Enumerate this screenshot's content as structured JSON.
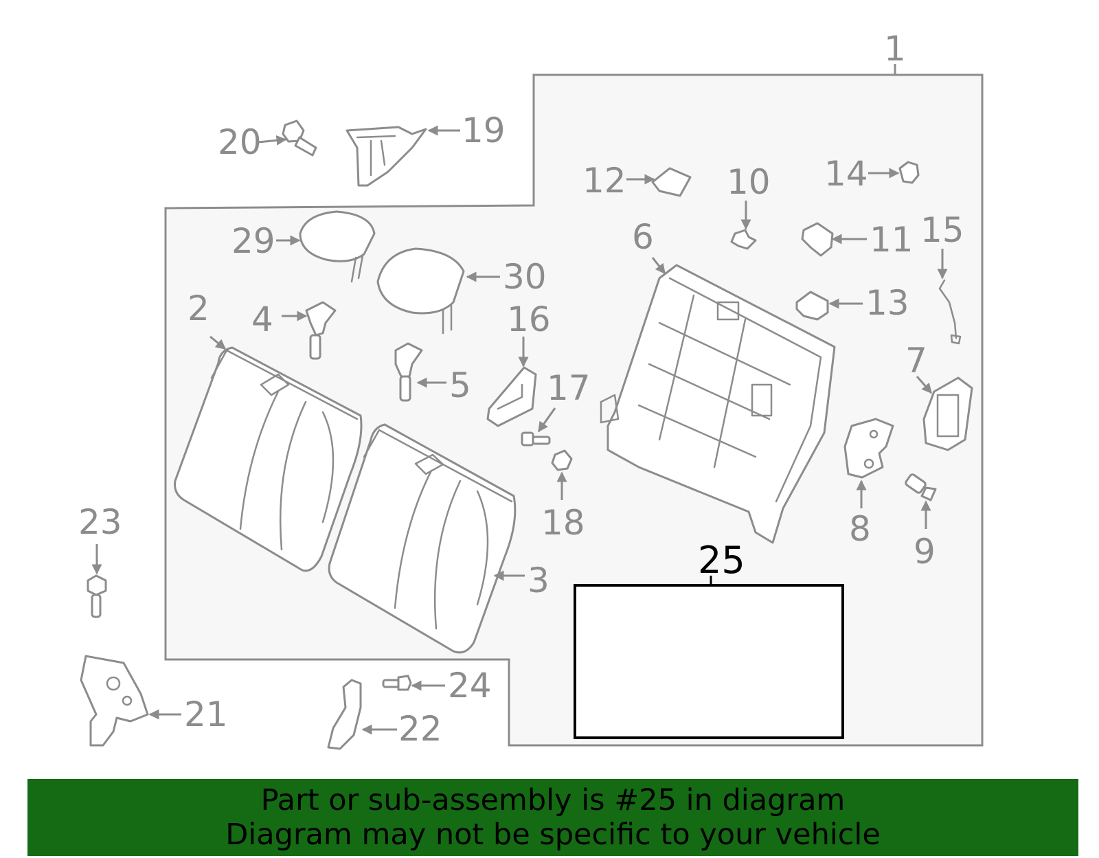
{
  "colors": {
    "line": "#8c8c8c",
    "panel": "#f7f7f7",
    "highlight": "#000000",
    "banner": "#146b14"
  },
  "callouts": [
    "1",
    "2",
    "3",
    "4",
    "5",
    "6",
    "7",
    "8",
    "9",
    "10",
    "11",
    "12",
    "13",
    "14",
    "15",
    "16",
    "17",
    "18",
    "19",
    "20",
    "21",
    "22",
    "23",
    "24",
    "25",
    "29",
    "30"
  ],
  "highlighted_part": "25",
  "banner": {
    "line1": "Part or sub-assembly is #25 in diagram",
    "line2": "Diagram may not be specific to your vehicle"
  }
}
